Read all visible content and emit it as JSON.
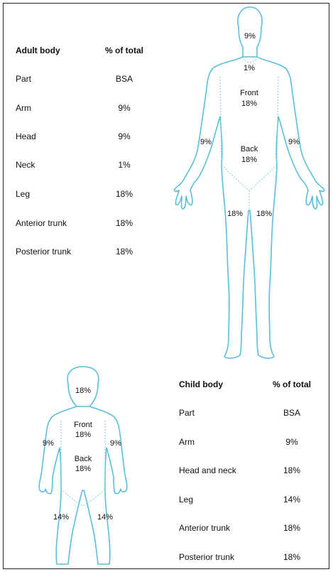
{
  "adult_table": {
    "header": [
      "Adult body",
      "% of total"
    ],
    "rows": [
      [
        "Part",
        "BSA"
      ],
      [
        "Arm",
        "9%"
      ],
      [
        "Head",
        "9%"
      ],
      [
        "Neck",
        "1%"
      ],
      [
        "Leg",
        "18%"
      ],
      [
        "Anterior trunk",
        "18%"
      ],
      [
        "Posterior trunk",
        "18%"
      ]
    ]
  },
  "child_table": {
    "header": [
      "Child body",
      "% of total"
    ],
    "rows": [
      [
        "Part",
        "BSA"
      ],
      [
        "Arm",
        "9%"
      ],
      [
        "Head and neck",
        "18%"
      ],
      [
        "Leg",
        "14%"
      ],
      [
        "Anterior trunk",
        "18%"
      ],
      [
        "Posterior trunk",
        "18%"
      ]
    ]
  },
  "adult_figure": {
    "head": "9%",
    "neck": "1%",
    "front": "Front",
    "front_pct": "18%",
    "back": "Back",
    "back_pct": "18%",
    "arm_left": "9%",
    "arm_right": "9%",
    "leg_left": "18%",
    "leg_right": "18%"
  },
  "child_figure": {
    "head": "18%",
    "front": "Front",
    "front_pct": "18%",
    "back": "Back",
    "back_pct": "18%",
    "arm_left": "9%",
    "arm_right": "9%",
    "leg_left": "14%",
    "leg_right": "14%"
  }
}
